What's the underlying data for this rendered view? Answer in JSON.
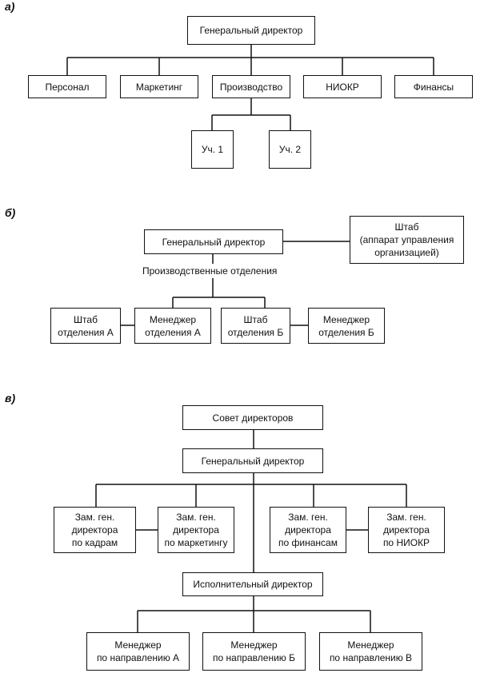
{
  "sections": {
    "a": "а)",
    "b": "б)",
    "c": "в)"
  },
  "diagram_a": {
    "general_director": "Генеральный директор",
    "departments": [
      "Персонал",
      "Маркетинг",
      "Производство",
      "НИОКР",
      "Финансы"
    ],
    "sections": [
      "Уч. 1",
      "Уч. 2"
    ]
  },
  "diagram_b": {
    "general_director": "Генеральный директор",
    "headquarters_staff": "Штаб\n(аппарат управления\nорганизацией)",
    "divisions_label": "Производственные отделения",
    "nodes": [
      "Штаб\nотделения А",
      "Менеджер\nотделения А",
      "Штаб\nотделения Б",
      "Менеджер\nотделения Б"
    ]
  },
  "diagram_c": {
    "board": "Совет директоров",
    "general_director": "Генеральный директор",
    "deputies": [
      "Зам. ген.\nдиректора\nпо кадрам",
      "Зам. ген.\nдиректора\nпо маркетингу",
      "Зам. ген.\nдиректора\nпо финансам",
      "Зам. ген.\nдиректора\nпо НИОКР"
    ],
    "executive_director": "Исполнительный директор",
    "managers": [
      "Менеджер\nпо направлению А",
      "Менеджер\nпо направлению Б",
      "Менеджер\nпо направлению В"
    ]
  }
}
